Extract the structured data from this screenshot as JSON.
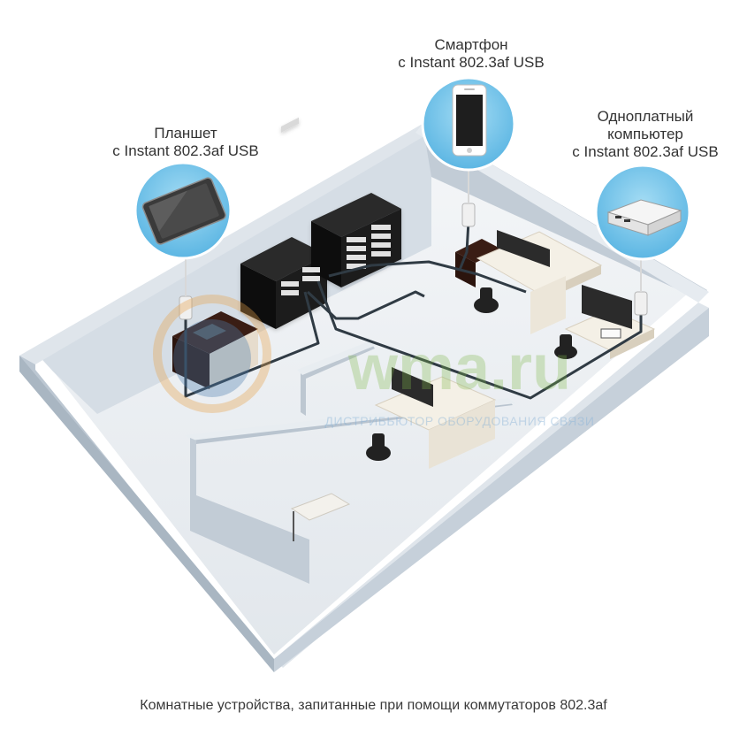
{
  "labels": {
    "tablet": {
      "line1": "Планшет",
      "line2": "с Instant 802.3af USB"
    },
    "phone": {
      "line1": "Смартфон",
      "line2": "с Instant 802.3af USB"
    },
    "sbc": {
      "line1": "Одноплатный",
      "line2": "компьютер",
      "line3": "с Instant 802.3af USB"
    }
  },
  "watermark": {
    "logo": "wma.ru",
    "tagline": "ДИСТРИБЬЮТОР ОБОРУДОВАНИЯ СВЯЗИ"
  },
  "caption": "Комнатные устройства, запитанные при помощи коммутаторов 802.3af",
  "colors": {
    "circle": "#7cc6ea",
    "wall": "#c9d3dd",
    "floor": "#eef1f4",
    "rack": "#141414",
    "cable": "#303b44"
  },
  "icons": [
    "tablet-icon",
    "smartphone-icon",
    "mini-pc-icon"
  ]
}
